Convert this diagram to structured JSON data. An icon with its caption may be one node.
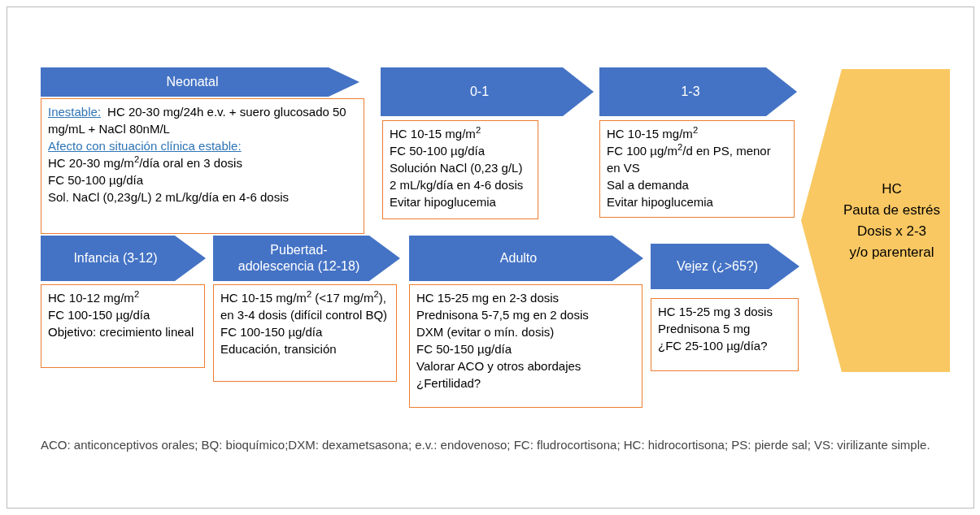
{
  "diagram": {
    "nodes": [
      {
        "text": [
          "Neonatal"
        ]
      },
      {
        "text": [
          "0-1"
        ]
      },
      {
        "text": [
          "1-3"
        ]
      },
      {
        "text": [
          "Inestable:",
          "HC 20-30 mg/24h e.v. + suero glucosado 50 mg/mL + NaCl 80nM/L",
          "Afecto con situación clínica estable:",
          "HC 20-30 mg/m$^{2}$/día oral en 3 dosis",
          "FC 50-100 µg/día",
          "Sol. NaCl (0,23g/L) 2 mL/kg/día en 4-6 dosis"
        ]
      },
      {
        "text": [
          "HC 10-15 mg/m$^{2}$",
          "FC 50-100 µg/día",
          "Solución NaCl (0,23 g/L)",
          "2 mL/kg/día en 4-6 dosis",
          "Evitar hipoglucemia"
        ]
      },
      {
        "text": [
          "HC 10-15 mg/m$^{2}$",
          "FC 100 µg/m$^{2}$/d en PS, menor en VS",
          "Sal a demanda",
          "Evitar hipoglucemia"
        ]
      },
      {
        "text": [
          "HC",
          "Pauta de estrés",
          "Dosis x 2-3",
          "y/o parenteral"
        ]
      },
      {
        "text": [
          "Infancia (3-12)"
        ]
      },
      {
        "text": [
          "Pubertad-adolescencia (12-18)"
        ]
      },
      {
        "text": [
          "Adulto"
        ]
      },
      {
        "text": [
          "Vejez (¿>65?)"
        ]
      },
      {
        "text": [
          "HC 10-12 mg/m$^{2}$",
          "FC 100-150 µg/día",
          "Objetivo: crecimiento lineal"
        ]
      },
      {
        "text": [
          "HC 10-15 mg/m$^{2}$ (<17 mg/m$^{2}$), en 3-4 dosis (difícil control BQ)",
          "FC 100-150 µg/día",
          "Educación, transición"
        ]
      },
      {
        "text": [
          "HC 15-25 mg en 2-3 dosis",
          "Prednisona 5-7,5 mg en 2 dosis",
          "DXM (evitar o mín. dosis)",
          "FC 50-150 µg/día",
          "Valorar ACO y otros abordajes",
          "¿Fertilidad?"
        ]
      },
      {
        "text": [
          "HC 15-25 mg 3 dosis",
          "Prednisona 5 mg",
          "¿FC 25-100 µg/día?"
        ]
      }
    ],
    "caption": "ACO: anticonceptivos orales; BQ: bioquímico;DXM: dexametsasona; e.v.: endovenoso; FC: fludrocortisona; HC: hidrocortisona; PS: pierde sal; VS: virilizante simple."
  }
}
